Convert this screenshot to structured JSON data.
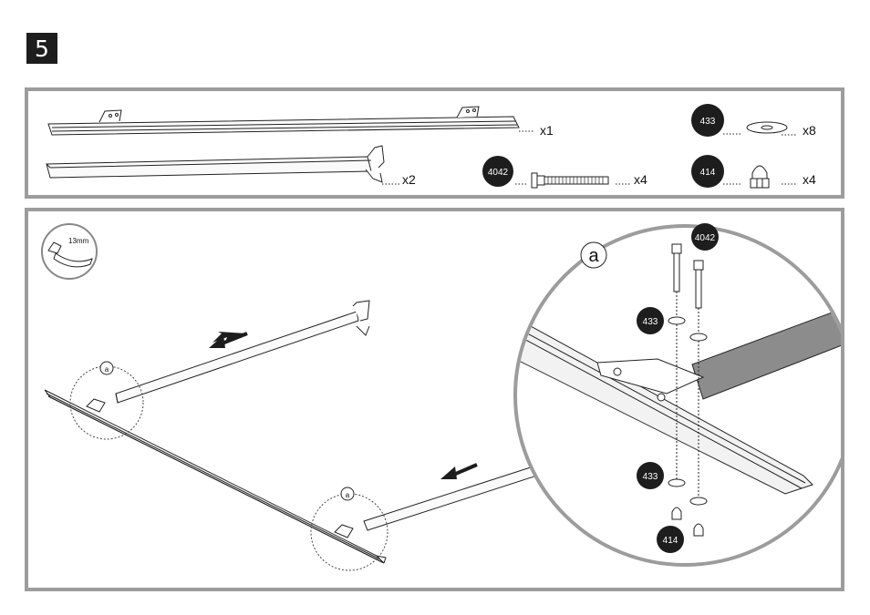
{
  "step": {
    "number": "5"
  },
  "parts": {
    "rail": {
      "qty": "x1"
    },
    "crossbar": {
      "qty": "x2"
    },
    "bolt": {
      "code": "4042",
      "qty": "x4"
    },
    "washer": {
      "code": "433",
      "qty": "x8"
    },
    "capnut": {
      "code": "414",
      "qty": "x4"
    }
  },
  "tool": {
    "size": "13mm"
  },
  "callouts": {
    "detail_label": "a"
  },
  "detail": {
    "label": "a",
    "bolt_code": "4042",
    "washer_top_code": "433",
    "washer_bottom_code": "433",
    "capnut_code": "414"
  }
}
